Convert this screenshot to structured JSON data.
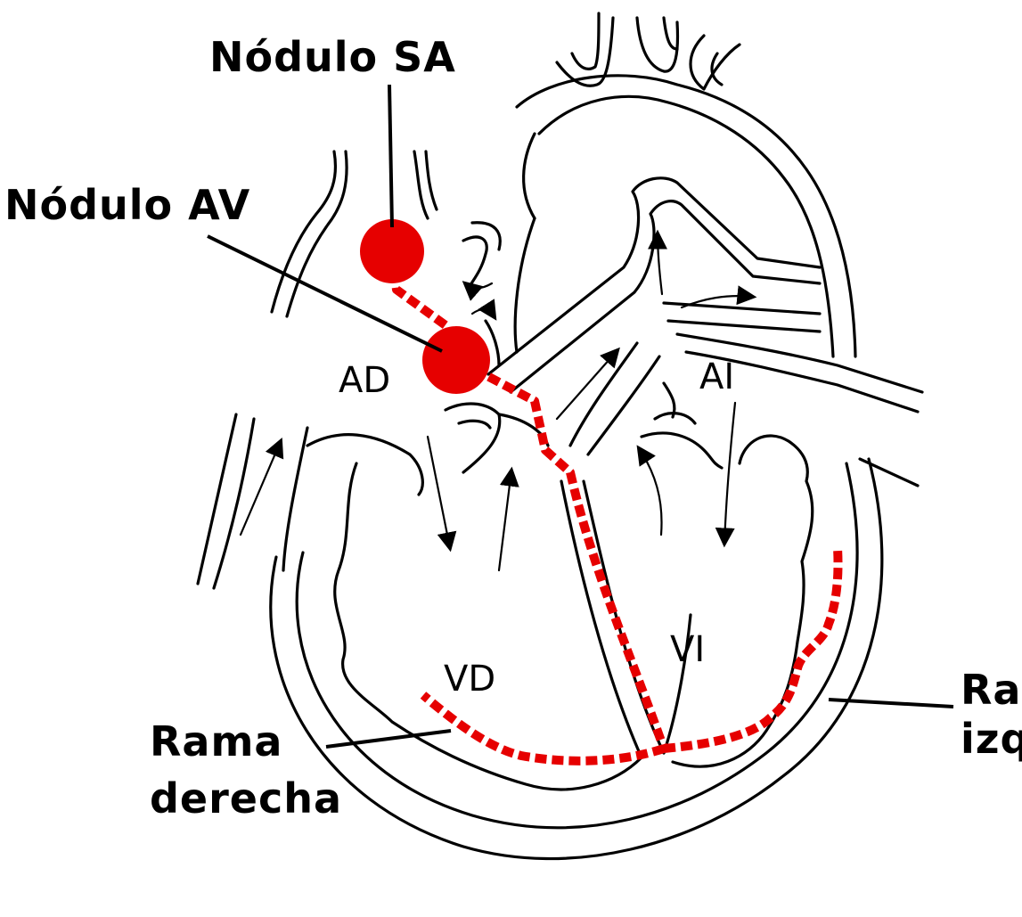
{
  "labels": {
    "sa_node": "Nódulo SA",
    "av_node": "Nódulo AV",
    "right_bundle_line1": "Rama",
    "right_bundle_line2": "derecha",
    "left_bundle_line1": "Ra",
    "left_bundle_line2": "izq"
  },
  "chambers": {
    "right_atrium": "AD",
    "left_atrium": "AI",
    "right_ventricle": "VD",
    "left_ventricle": "VI"
  },
  "colors": {
    "conduction_system": "#e60000",
    "outline": "#000000",
    "background": "#ffffff"
  }
}
